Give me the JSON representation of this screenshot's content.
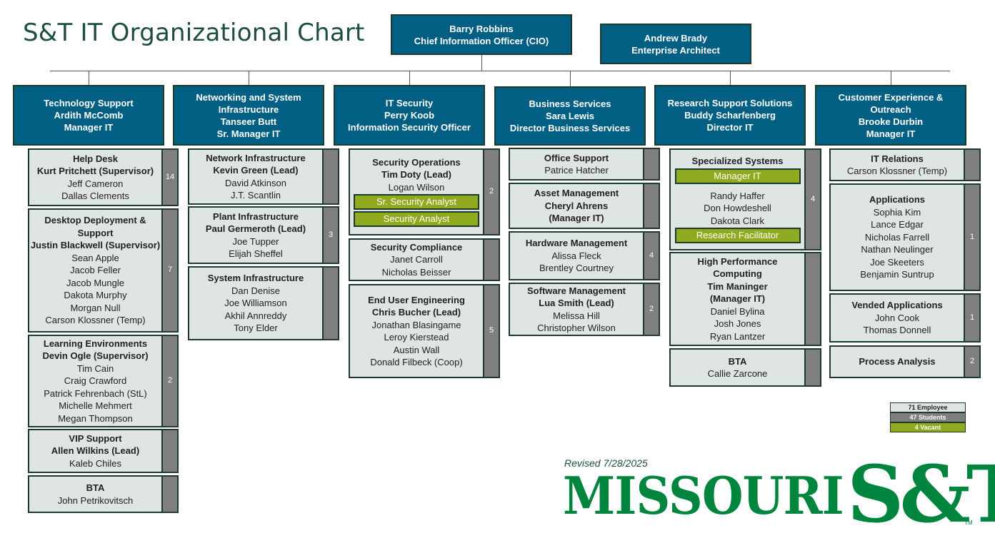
{
  "title": "S&T IT Organizational Chart",
  "cio": {
    "name": "Barry Robbins",
    "role": "Chief Information Officer (CIO)"
  },
  "architect": {
    "name": "Andrew Brady",
    "role": "Enterprise Architect"
  },
  "departments": [
    {
      "l1": "Technology Support",
      "l2": "Ardith McComb",
      "l3": "Manager IT"
    },
    {
      "l1": "Networking and System",
      "l2": "Infrastructure",
      "l3": "Tanseer Butt",
      "l4": "Sr. Manager IT"
    },
    {
      "l1": "IT Security",
      "l2": "Perry Koob",
      "l3": "Information Security Officer"
    },
    {
      "l1": "Business Services",
      "l2": "Sara Lewis",
      "l3": "Director Business Services"
    },
    {
      "l1": "Research Support Solutions",
      "l2": "Buddy Scharfenberg",
      "l3": "Director IT"
    },
    {
      "l1": "Customer Experience &",
      "l2": "Outreach",
      "l3": "Brooke Durbin",
      "l4": "Manager IT"
    }
  ],
  "teams": {
    "helpdesk": {
      "t1": "Help Desk",
      "t2": "Kurt Pritchett (Supervisor)",
      "m": [
        "Jeff Cameron",
        "Dallas Clements"
      ],
      "count": "14"
    },
    "desktop": {
      "t1": "Desktop Deployment &",
      "t2": "Support",
      "t3": "Justin Blackwell (Supervisor)",
      "m": [
        "Sean Apple",
        "Jacob Feller",
        "Jacob Mungle",
        "Dakota Murphy",
        "Morgan Null",
        "Carson Klossner (Temp)"
      ],
      "count": "7"
    },
    "learning": {
      "t1": "Learning Environments",
      "t2": "Devin Ogle (Supervisor)",
      "m": [
        "Tim Cain",
        "Craig Crawford",
        "Patrick Fehrenbach (StL)",
        "Michelle Mehmert",
        "Megan Thompson"
      ],
      "count": "2"
    },
    "vip": {
      "t1": "VIP Support",
      "t2": "Allen Wilkins (Lead)",
      "m": [
        "Kaleb Chiles"
      ]
    },
    "bta1": {
      "t1": "BTA",
      "m": [
        "John Petrikovitsch"
      ]
    },
    "netinfra": {
      "t1": "Network Infrastructure",
      "t2": "Kevin Green (Lead)",
      "m": [
        "David Atkinson",
        "J.T. Scantlin"
      ]
    },
    "plant": {
      "t1": "Plant Infrastructure",
      "t2": "Paul Germeroth (Lead)",
      "m": [
        "Joe Tupper",
        "Elijah Sheffel"
      ],
      "count": "3"
    },
    "sysinfra": {
      "t1": "System Infrastructure",
      "m": [
        "Dan Denise",
        "Joe Williamson",
        "Akhil Annreddy",
        "Tony Elder"
      ]
    },
    "secops": {
      "t1": "Security Operations",
      "t2": "Tim Doty (Lead)",
      "m": [
        "Logan Wilson"
      ],
      "v": [
        "Sr. Security Analyst",
        "Security Analyst"
      ],
      "count": "2"
    },
    "seccomp": {
      "t1": "Security Compliance",
      "m": [
        "Janet Carroll",
        "Nicholas Beisser"
      ]
    },
    "endeng": {
      "t1": "End User Engineering",
      "t2": "Chris Bucher (Lead)",
      "m": [
        "Jonathan Blasingame",
        "Leroy Kierstead",
        "Austin Wall",
        "Donald Filbeck (Coop)"
      ],
      "count": "5"
    },
    "office": {
      "t1": "Office Support",
      "m": [
        "Patrice Hatcher"
      ]
    },
    "asset": {
      "t1": "Asset Management",
      "t2": "Cheryl Ahrens",
      "t3": "(Manager IT)"
    },
    "hardware": {
      "t1": "Hardware Management",
      "m": [
        "Alissa Fleck",
        "Brentley Courtney"
      ],
      "count": "4"
    },
    "software": {
      "t1": "Software Management",
      "t2": "Lua Smith (Lead)",
      "m": [
        "Melissa Hill",
        "Christopher Wilson"
      ],
      "count": "2"
    },
    "specialized": {
      "t1": "Specialized Systems",
      "v1": "Manager IT",
      "m": [
        "Randy Haffer",
        "Don Howdeshell",
        "Dakota Clark"
      ],
      "v2": "Research Facilitator",
      "count": "4"
    },
    "hpc": {
      "t1": "High Performance",
      "t2": "Computing",
      "t3": "Tim Maninger",
      "t4": "(Manager IT)",
      "m": [
        "Daniel Bylina",
        "Josh Jones",
        "Ryan Lantzer"
      ]
    },
    "bta2": {
      "t1": "BTA",
      "m": [
        "Callie Zarcone"
      ]
    },
    "itrel": {
      "t1": "IT Relations",
      "m": [
        "Carson Klossner (Temp)"
      ]
    },
    "apps": {
      "t1": "Applications",
      "m": [
        "Sophia Kim",
        "Lance Edgar",
        "Nicholas Farrell",
        "Nathan Neulinger",
        "Joe Skeeters",
        "Benjamin Suntrup"
      ],
      "count": "1"
    },
    "vended": {
      "t1": "Vended Applications",
      "m": [
        "John Cook",
        "Thomas Donnell"
      ],
      "count": "1"
    },
    "process": {
      "t1": "Process Analysis",
      "count": "2"
    }
  },
  "legend": {
    "employee": "71 Employee",
    "students": "47 Students",
    "vacant": "4 Vacant"
  },
  "colors": {
    "header": "#005f83",
    "box": "#dfe5e5",
    "count": "#7f7f7f",
    "vacant": "#8faa1f",
    "brand": "#00853f"
  },
  "revised": "Revised 7/28/2025",
  "logo": {
    "word": "MISSOURI",
    "mark": "S&T",
    "tm": "TM"
  }
}
